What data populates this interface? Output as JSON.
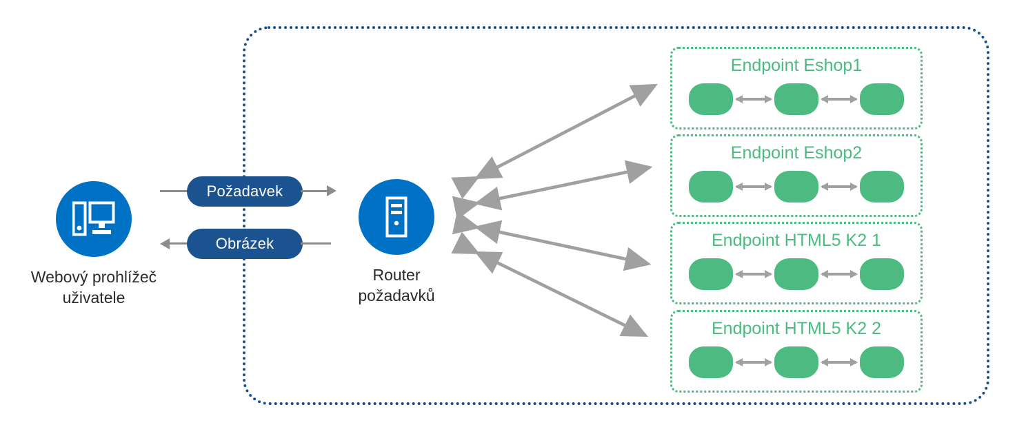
{
  "diagram": {
    "title_present": false,
    "colors": {
      "node_blue": "#0072C6",
      "pill_blue": "#1B5290",
      "endpoint_green": "#4CBA81",
      "arrow_gray": "#8c8c8c",
      "region_blue": "#14508F"
    }
  },
  "nodes": [
    {
      "id": "browser",
      "icon": "desktop-computer-icon",
      "caption": "Webový prohlížeč\nuživatele"
    },
    {
      "id": "router",
      "icon": "server-tower-icon",
      "caption": "Router\npožadavků"
    }
  ],
  "flows": [
    {
      "id": "request",
      "label": "Požadavek",
      "direction": "browser-to-router"
    },
    {
      "id": "image",
      "label": "Obrázek",
      "direction": "router-to-browser"
    }
  ],
  "endpoints": [
    {
      "title": "Endpoint Eshop1",
      "nodes": 3,
      "links": 2
    },
    {
      "title": "Endpoint Eshop2",
      "nodes": 3,
      "links": 2
    },
    {
      "title": "Endpoint HTML5 K2 1",
      "nodes": 3,
      "links": 2
    },
    {
      "title": "Endpoint HTML5 K2 2",
      "nodes": 3,
      "links": 2
    }
  ]
}
